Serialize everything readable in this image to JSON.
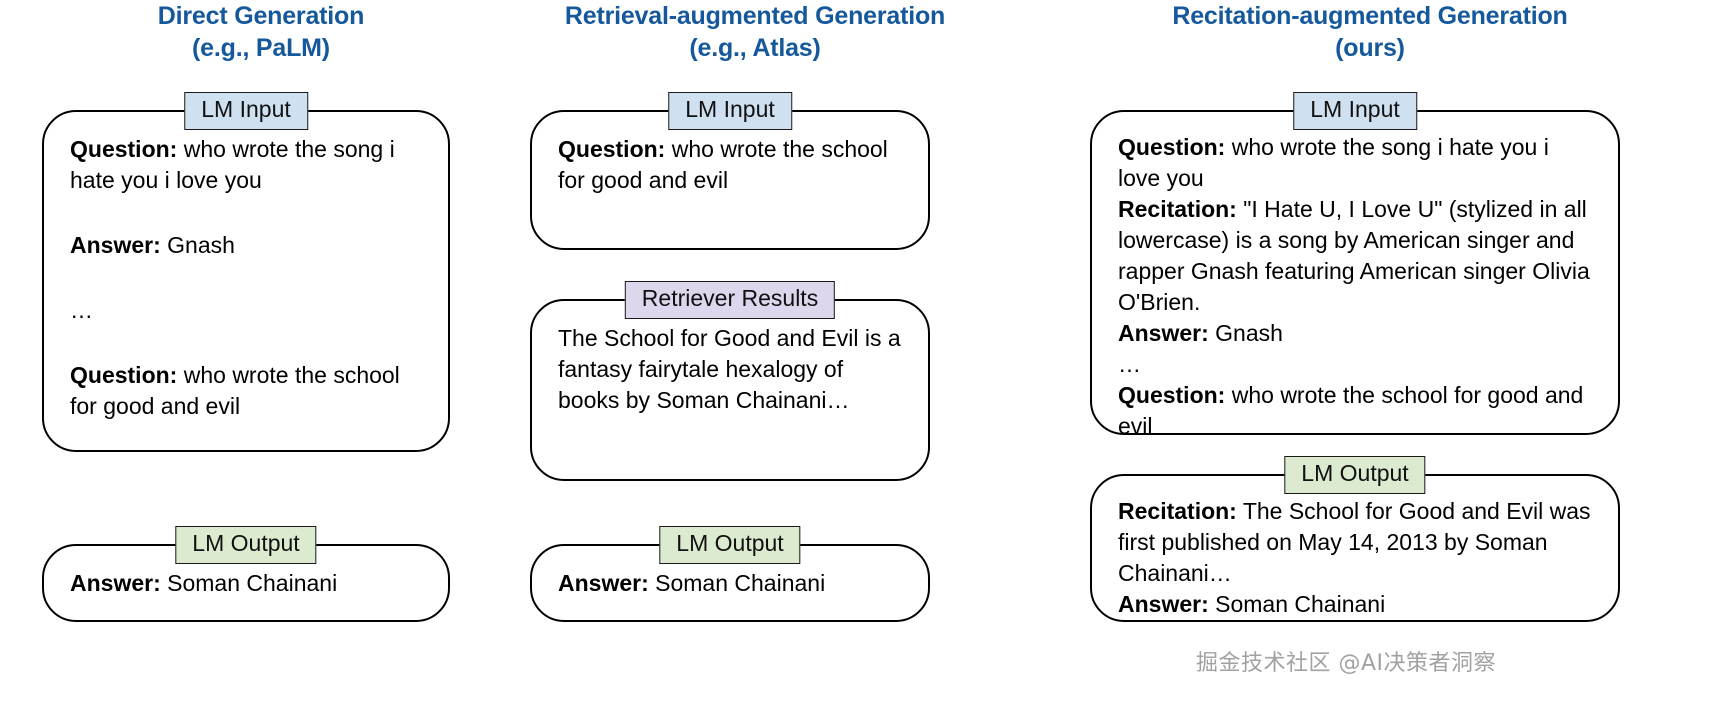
{
  "figure": {
    "watermark": "掘金技术社区 @AI决策者洞察"
  },
  "colors": {
    "title_blue": "#15589b",
    "chip_blue": "#cfe0f1",
    "chip_purple": "#ddd6ec",
    "chip_green": "#dceacf",
    "outline": "#000000",
    "text": "#000000"
  },
  "columns": [
    {
      "id": "direct-generation",
      "title_line1": "Direct Generation",
      "title_line2": "(e.g., PaLM)",
      "blocks": [
        {
          "chip": "LM Input",
          "chip_style": "blue",
          "lines": [
            {
              "label": "Question:",
              "text": " who wrote the song i hate you i love you"
            },
            {
              "gap": true
            },
            {
              "label": "Answer:",
              "text": " Gnash"
            },
            {
              "gap": true
            },
            {
              "label": "",
              "text": "…"
            },
            {
              "gap": true
            },
            {
              "label": "Question:",
              "text": " who wrote the school for good and evil"
            }
          ]
        },
        {
          "chip": "LM Output",
          "chip_style": "green",
          "lines": [
            {
              "label": "Answer:",
              "text": " Soman Chainani"
            }
          ]
        }
      ]
    },
    {
      "id": "retrieval-augmented-generation",
      "title_line1": "Retrieval-augmented Generation",
      "title_line2": "(e.g., Atlas)",
      "blocks": [
        {
          "chip": "LM Input",
          "chip_style": "blue",
          "lines": [
            {
              "label": "Question:",
              "text": " who wrote the school for good and evil"
            }
          ]
        },
        {
          "chip": "Retriever Results",
          "chip_style": "purple",
          "lines": [
            {
              "label": "",
              "text": "The School for Good and Evil is a fantasy fairytale hexalogy of books by Soman Chainani…"
            }
          ]
        },
        {
          "chip": "LM Output",
          "chip_style": "green",
          "lines": [
            {
              "label": "Answer:",
              "text": " Soman Chainani"
            }
          ]
        }
      ]
    },
    {
      "id": "recitation-augmented-generation",
      "title_line1": "Recitation-augmented Generation",
      "title_line2": "(ours)",
      "blocks": [
        {
          "chip": "LM Input",
          "chip_style": "blue",
          "lines": [
            {
              "label": "Question:",
              "text": " who wrote the song i hate you i love you"
            },
            {
              "label": "Recitation:",
              "text": " \"I Hate U, I Love U\" (stylized in all lowercase) is a song by American singer and rapper Gnash featuring American singer Olivia O'Brien."
            },
            {
              "label": "Answer:",
              "text": " Gnash"
            },
            {
              "label": "",
              "text": "…"
            },
            {
              "label": "Question:",
              "text": " who wrote the school for good and evil"
            }
          ]
        },
        {
          "chip": "LM Output",
          "chip_style": "green",
          "lines": [
            {
              "label": "Recitation:",
              "text": " The School for Good and Evil was first published on May 14, 2013 by Soman Chainani…"
            },
            {
              "label": "Answer:",
              "text": " Soman Chainani"
            }
          ]
        }
      ]
    }
  ]
}
